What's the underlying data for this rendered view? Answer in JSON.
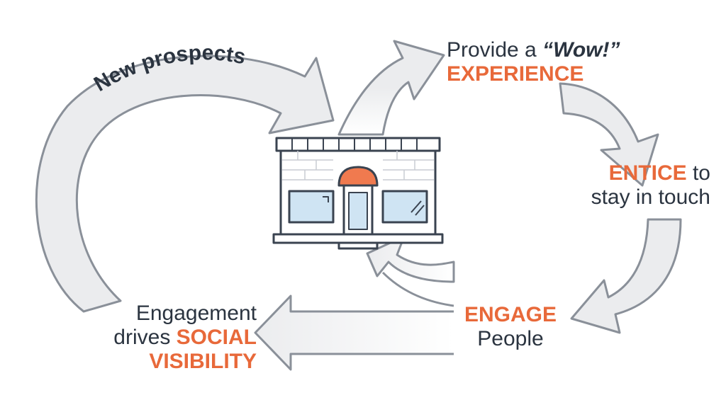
{
  "colors": {
    "accent": "#e8693a",
    "text": "#2b3440",
    "arrow_stroke": "#8a9099",
    "arrow_fill": "#ebecee",
    "window": "#cfe4f3",
    "awning": "#f07a4f"
  },
  "arc_label": "New prospects",
  "experience": {
    "line1": "Provide a ",
    "wow": "“Wow!”",
    "emphasis": "EXPERIENCE"
  },
  "entice": {
    "emphasis": "ENTICE",
    "rest": " to",
    "line2": "stay in touch"
  },
  "engage": {
    "emphasis": "ENGAGE",
    "line2": "People"
  },
  "social": {
    "line1": "Engagement",
    "line2_prefix": "drives ",
    "emphasis1": "SOCIAL",
    "emphasis2": "VISIBILITY"
  },
  "icons": [
    "storefront-icon"
  ]
}
